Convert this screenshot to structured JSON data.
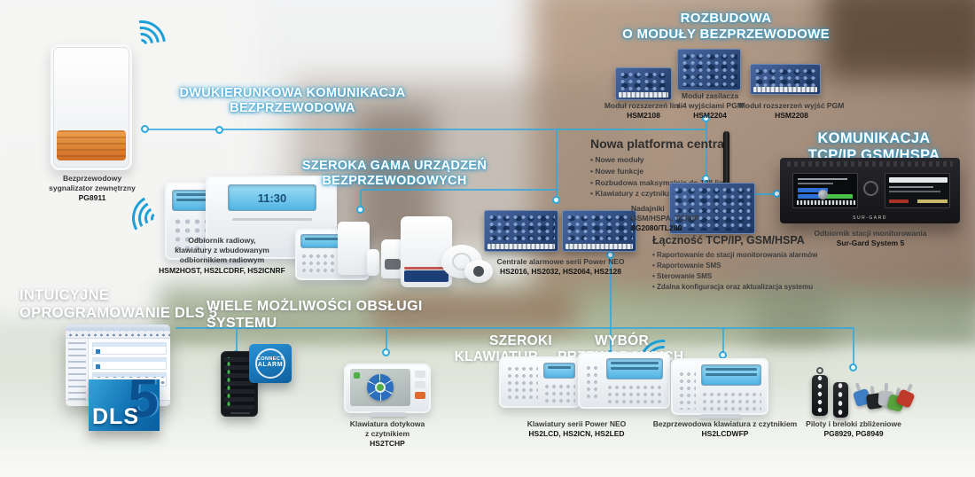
{
  "colors": {
    "accent_blue": "#2fa9dd",
    "lcd_blue": "#6ec6ec",
    "pcb_blue": "#2d4f86",
    "siren_orange": "#d97a2e",
    "dls_blue": "#1272b4",
    "tag_colors": [
      "#3f7ec2",
      "#232427",
      "#b9bdc2",
      "#57a23c",
      "#c03a2b"
    ]
  },
  "headings": {
    "two_way": {
      "line1": "DWUKIERUNKOWA KOMUNIKACJA",
      "line2": "BEZPRZEWODOWA"
    },
    "wireless_range": {
      "line1": "SZEROKA GAMA URZĄDZEŃ",
      "line2": "BEZPRZEWODOWYCH"
    },
    "expansion": {
      "line1": "ROZBUDOWA",
      "line2": "O MODUŁY BEZPRZEWODOWE"
    },
    "tcpip": {
      "line1": "KOMUNIKACJA",
      "line2": "TCP/IP GSM/HSPA"
    },
    "software": {
      "line1": "INTUICYJNE",
      "line2": "OPROGRAMOWANIE DLS 5"
    },
    "operation": {
      "line1": "WIELE MOŻLIWOŚCI OBSŁUGI SYSTEMU"
    },
    "wired_choice": {
      "w1": "SZEROKI",
      "w2": "WYBÓR",
      "w3": "KLAWIATUR",
      "w4": "PRZEWODOWYCH"
    }
  },
  "siren": {
    "line1": "Bezprzewodowy",
    "line2": "sygnalizator zewnętrzny",
    "model": "PG8911"
  },
  "radio_hub": {
    "lcd_time": "11:30",
    "line1": "Odbiornik radiowy,",
    "line2": "klawiatury z wbudowanym",
    "line3": "odbiornikiem radiowym",
    "models": "HSM2HOST, HS2LCDRF, HS2ICNRF"
  },
  "modules": {
    "m1": {
      "line1": "Moduł rozszerzeń linii",
      "model": "HSM2108"
    },
    "m2": {
      "line1": "Moduł zasilacza",
      "line2": "z 4 wyjściami PGM",
      "model": "HSM2204"
    },
    "m3": {
      "line1": "Moduł rozszerzeń wyjść PGM",
      "model": "HSM2208"
    }
  },
  "platform": {
    "title": "Nowa platforma central",
    "b1": "Nowe moduły",
    "b2": "Nowe funkcje",
    "b3": "Rozbudowa maksymalnie do 128 linii",
    "b4": "Klawiatury z czytnikami"
  },
  "transmitters": {
    "line1": "Nadajniki",
    "line2": "GSM/HSPA, TCP/IP",
    "model": "3G2080/TL280"
  },
  "connectivity": {
    "title": "Łączność TCP/IP, GSM/HSPA",
    "b1": "Raportowanie do stacji monitorowania alarmów",
    "b2": "Raportowanie SMS",
    "b3": "Sterowanie SMS",
    "b4": "Zdalna konfiguracja oraz aktualizacja systemu"
  },
  "panels": {
    "line1": "Centrale alarmowe serii Power NEO",
    "models": "HS2016, HS2032, HS2064, HS2128"
  },
  "monitoring": {
    "line1": "Odbiornik stacji monitorowania",
    "model": "Sur-Gard System 5",
    "brand": "SUR-GARD"
  },
  "dls_logo": {
    "text": "DLS",
    "number": "5"
  },
  "connect_alarm": {
    "line1": "CONNECT",
    "line2": "ALARM"
  },
  "touch_keypad": {
    "line1": "Klawiatura dotykowa",
    "line2": "z czytnikiem",
    "model": "HS2TCHP"
  },
  "neo_keypads": {
    "line1": "Klawiatury serii Power NEO",
    "models": "HS2LCD, HS2ICN, HS2LED"
  },
  "wireless_keypad": {
    "line1": "Bezprzewodowa klawiatura z czytnikiem",
    "model": "HS2LCDWFP"
  },
  "fobs": {
    "line1": "Piloty i breloki zbliżeniowe",
    "models": "PG8929, PG8949"
  }
}
